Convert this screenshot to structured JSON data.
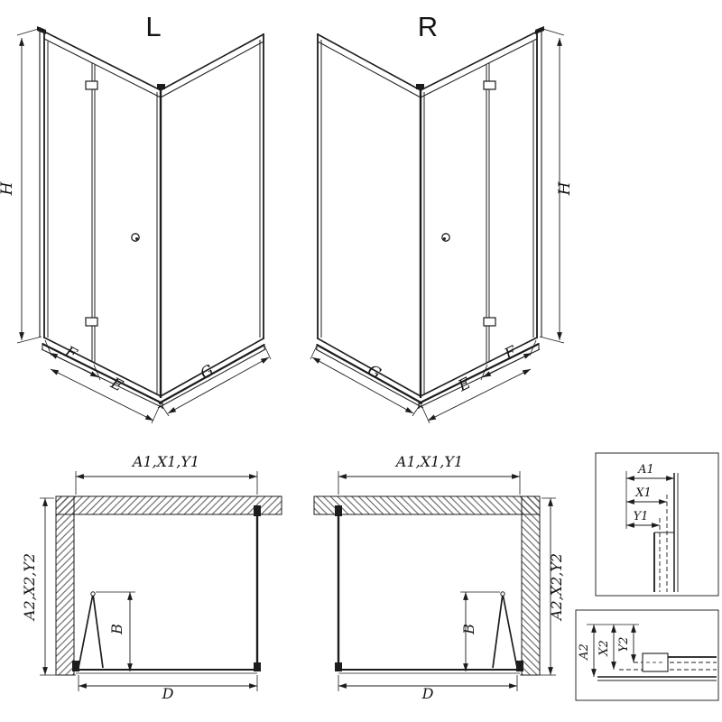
{
  "document": {
    "background": "#ffffff",
    "ink": "#1c1c1c"
  },
  "iso_views": {
    "left": {
      "title": "L",
      "height_label": "H",
      "door_width_label": "F",
      "entry_width_label": "E",
      "side_width_label": "G"
    },
    "right": {
      "title": "R",
      "height_label": "H",
      "door_width_label": "F",
      "entry_width_label": "E",
      "side_width_label": "G"
    }
  },
  "plan_views": {
    "left": {
      "width_range_label": "A1,X1,Y1",
      "depth_range_label": "A2,X2,Y2",
      "fold_depth_label": "B",
      "opening_label": "D"
    },
    "right": {
      "width_range_label": "A1,X1,Y1",
      "depth_range_label": "A2,X2,Y2",
      "fold_depth_label": "B",
      "opening_label": "D"
    }
  },
  "details": {
    "top_profile": {
      "labels": [
        "A1",
        "X1",
        "Y1"
      ]
    },
    "bottom_profile": {
      "labels": [
        "A2",
        "X2",
        "Y2"
      ]
    }
  }
}
